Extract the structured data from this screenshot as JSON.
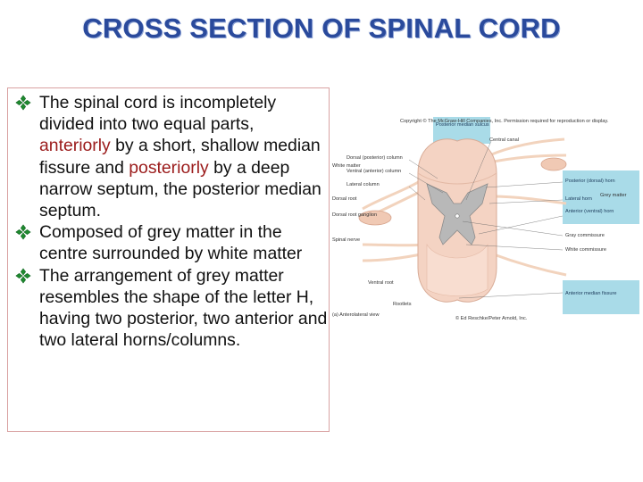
{
  "title": "CROSS SECTION OF SPINAL CORD",
  "bullets": [
    {
      "parts": [
        {
          "text": "The spinal cord is incompletely divided into two equal parts, ",
          "highlight": false
        },
        {
          "text": "anteriorly",
          "highlight": true
        },
        {
          "text": " by a short, shallow median fissure and ",
          "highlight": false
        },
        {
          "text": "posteriorly",
          "highlight": true
        },
        {
          "text": " by a deep narrow septum, the posterior median septum.",
          "highlight": false
        }
      ]
    },
    {
      "parts": [
        {
          "text": "Composed of grey matter in the centre surrounded by white matter",
          "highlight": false
        }
      ]
    },
    {
      "parts": [
        {
          "text": " The arrangement of grey matter resembles the shape of the letter H, having two posterior, two anterior and two lateral horns/columns.",
          "highlight": false
        }
      ]
    }
  ],
  "colors": {
    "title": "#2a4a9c",
    "highlight": "#9b1b1b",
    "bullet_mark": "#1f8a30",
    "label_box": "#a9dbe8",
    "white_matter": "#f4d3c3",
    "grey_matter": "#b8b8b8"
  },
  "diagram": {
    "copyright_top": "Copyright © The McGraw-Hill Companies, Inc. Permission required for reproduction or display.",
    "copyright_bottom": "© Ed Reschke/Peter Arnold, Inc.",
    "caption": "(a) Anterolateral view",
    "labels": {
      "posterior_median_sulcus": "Posterior median sulcus",
      "central_canal": "Central canal",
      "dorsal_column": "Dorsal (posterior) column",
      "ventral_column": "Ventral (anterior) column",
      "lateral_column": "Lateral column",
      "white_matter": "White matter",
      "dorsal_root": "Dorsal root",
      "dorsal_root_ganglion": "Dorsal root ganglion",
      "spinal_nerve": "Spinal nerve",
      "posterior_horn": "Posterior (dorsal) horn",
      "lateral_horn": "Lateral horn",
      "anterior_horn": "Anterior (ventral) horn",
      "grey_matter": "Grey matter",
      "gray_commissure": "Gray commissure",
      "white_commissure": "White commissure",
      "ventral_root": "Ventral root",
      "rootlets": "Rootlets",
      "anterior_median_fissure": "Anterior median fissure"
    }
  }
}
